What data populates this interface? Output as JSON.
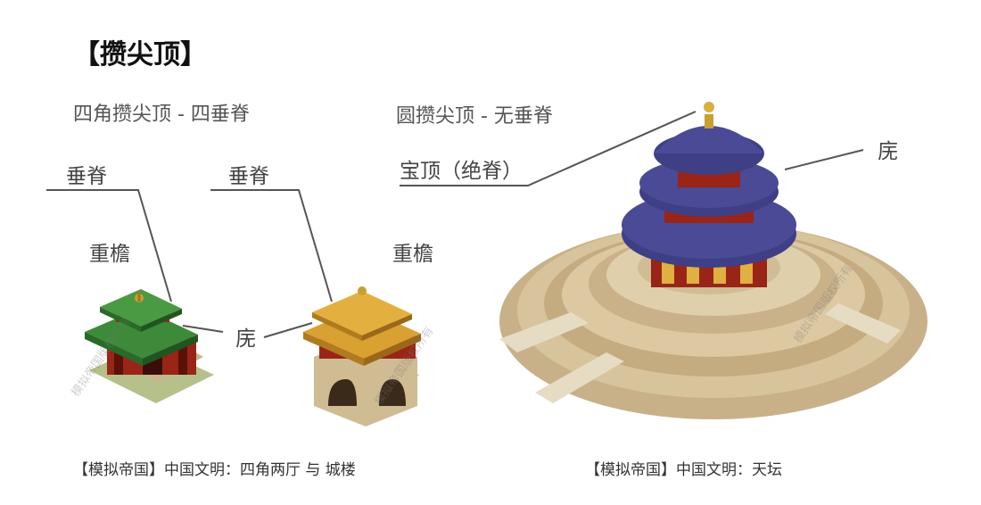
{
  "title": "【攒尖顶】",
  "left_section": {
    "subtitle": "四角攒尖顶 - 四垂脊",
    "label_ridge_1": "垂脊",
    "label_ridge_2": "垂脊",
    "label_double_eave_1": "重檐",
    "label_double_eave_2": "重檐",
    "label_wu": "庑",
    "caption": "【模拟帝国】中国文明：四角两厅 与 城楼"
  },
  "right_section": {
    "subtitle": "圆攒尖顶 - 无垂脊",
    "label_baoding": "宝顶（绝脊）",
    "label_wu": "庑",
    "caption": "【模拟帝国】中国文明：天坛"
  },
  "watermark": "模拟帝国版权所有",
  "colors": {
    "green_roof": "#3d8a3a",
    "gold_roof": "#d9a032",
    "blue_roof": "#3f3f86",
    "red_wall": "#9a2417",
    "stone": "#d8c49c"
  }
}
